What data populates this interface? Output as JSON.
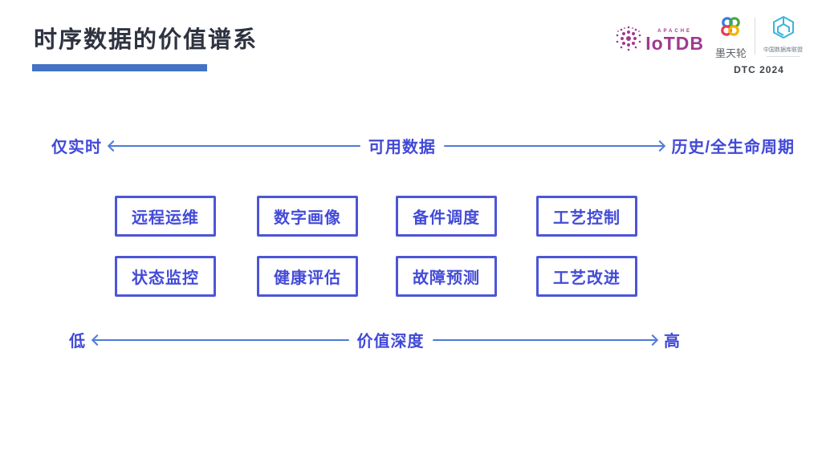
{
  "title": "时序数据的价值谱系",
  "logos": {
    "apache_label": "APACHE",
    "iotdb_name": "IoTDB",
    "motianlun_name": "墨天轮",
    "alliance_name": "中国数据库联盟",
    "dtc_label": "DTC 2024"
  },
  "availability_axis": {
    "left": "仅实时",
    "center": "可用数据",
    "right": "历史/全生命周期"
  },
  "value_axis": {
    "left": "低",
    "center": "价值深度",
    "right": "高"
  },
  "boxes": {
    "row1": [
      "远程运维",
      "数字画像",
      "备件调度",
      "工艺控制"
    ],
    "row2": [
      "状态监控",
      "健康评估",
      "故障预测",
      "工艺改进"
    ]
  },
  "colors": {
    "title_text": "#2e3340",
    "title_underline": "#4472c4",
    "box_border": "#4d55d8",
    "box_text": "#434bd8",
    "axis_text": "#4149d8",
    "axis_line": "#4d79d8",
    "iotdb_magenta": "#a03a90",
    "alliance_cyan": "#3ab5dd",
    "background": "#ffffff"
  }
}
